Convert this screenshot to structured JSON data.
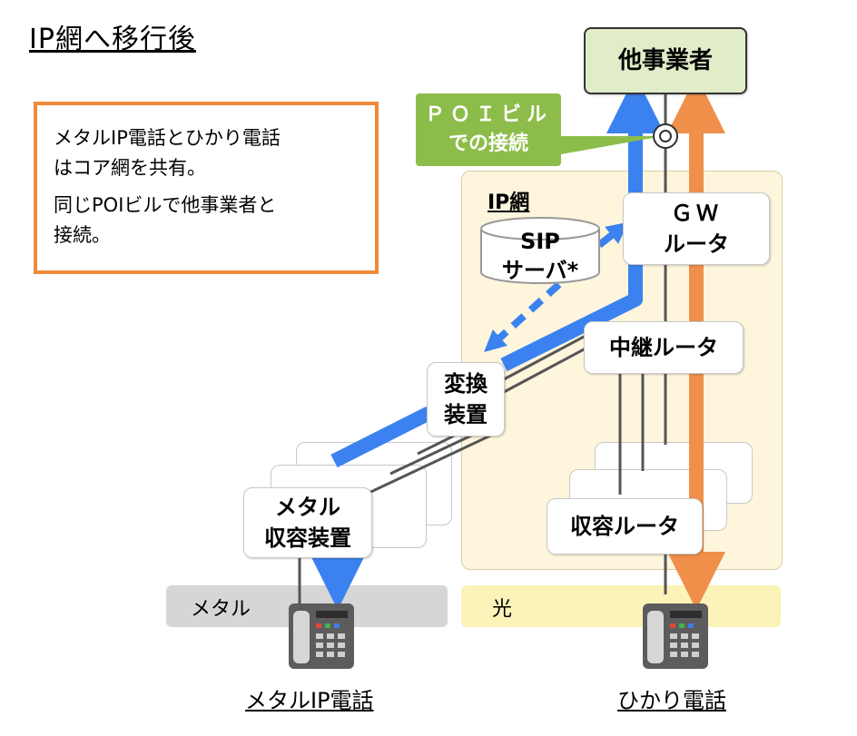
{
  "title": "IP網へ移行後",
  "note": {
    "line1": "メタルIP電話とひかり電話",
    "line2": "はコア網を共有。",
    "line3": "同じPOIビルで他事業者と",
    "line4": "接続。"
  },
  "other_carrier": "他事業者",
  "poi": {
    "line1": "ＰＯＩビル",
    "line2": "での接続"
  },
  "ip_network_label": "IP網",
  "sip_server": {
    "line1": "SIP",
    "line2": "サーバ*"
  },
  "gw_router": {
    "line1": "ＧＷ",
    "line2": "ルータ"
  },
  "relay_router": "中継ルータ",
  "converter": {
    "line1": "変換",
    "line2": "装置"
  },
  "metal_accommodation": {
    "line1": "メタル",
    "line2": "収容装置"
  },
  "accommodation_router": "収容ルータ",
  "ground_metal": "メタル",
  "ground_light": "光",
  "phone_metal_caption": "メタルIP電話",
  "phone_light_caption": "ひかり電話",
  "colors": {
    "blue": "#3b82f0",
    "orange": "#ef8f4a",
    "poi_green": "#8cbd4a",
    "ip_zone": "#fdf5dc",
    "note_border": "#f08a3a"
  },
  "icons": [
    "telephone-icon",
    "poi-connection-point-icon",
    "database-icon"
  ]
}
